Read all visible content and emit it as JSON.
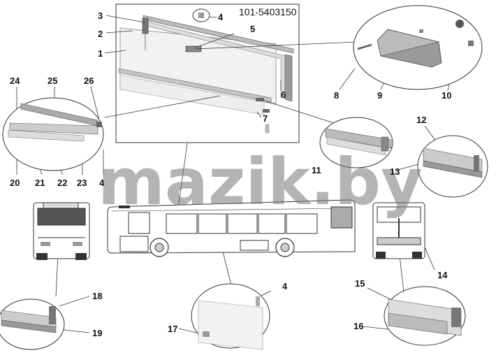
{
  "part_number": "101-5403150",
  "watermark": "mazik.by",
  "callouts": {
    "c1": "1",
    "c2": "2",
    "c3": "3",
    "c4a": "4",
    "c5": "5",
    "c6": "6",
    "c7": "7",
    "c8": "8",
    "c9": "9",
    "c10": "10",
    "c11": "11",
    "c12": "12",
    "c13": "13",
    "c14": "14",
    "c15": "15",
    "c16": "16",
    "c17": "17",
    "c18": "18",
    "c19": "19",
    "c20": "20",
    "c21": "21",
    "c22": "22",
    "c23": "23",
    "c4b": "4",
    "c24": "24",
    "c25": "25",
    "c26": "26",
    "c4c": "4"
  },
  "colors": {
    "line": "#333333",
    "part_light": "#d8d8d8",
    "part_mid": "#aaaaaa",
    "part_dark": "#777777"
  }
}
